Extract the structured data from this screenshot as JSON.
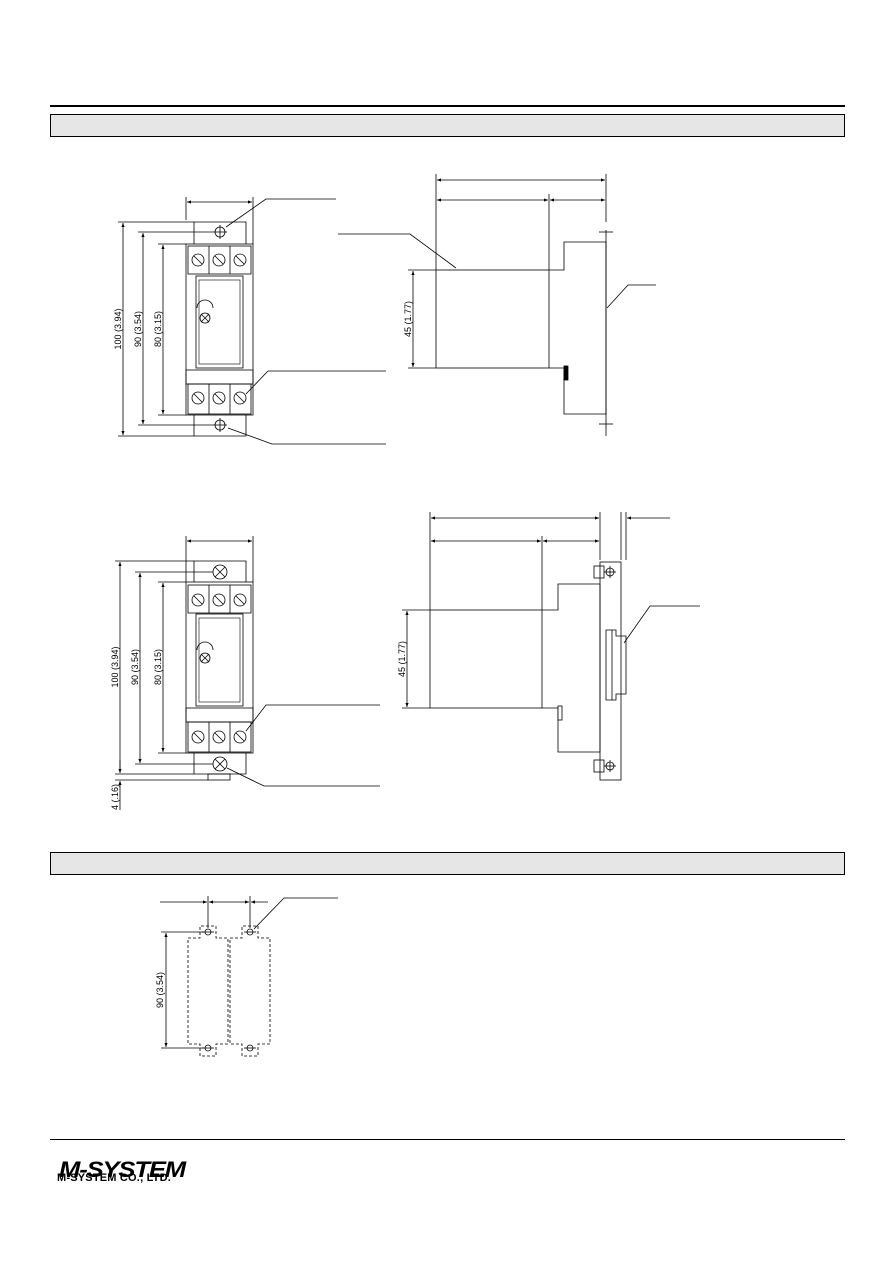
{
  "dimensions": {
    "h100": "100 (3.94)",
    "h90": "90 (3.54)",
    "h80": "80 (3.15)",
    "h45": "45 (1.77)",
    "h4": "4 (.16)",
    "h90_panel": "90 (3.54)"
  },
  "footer": {
    "logo": "M-SYSTEM",
    "company": "M-SYSTEM CO., LTD."
  }
}
